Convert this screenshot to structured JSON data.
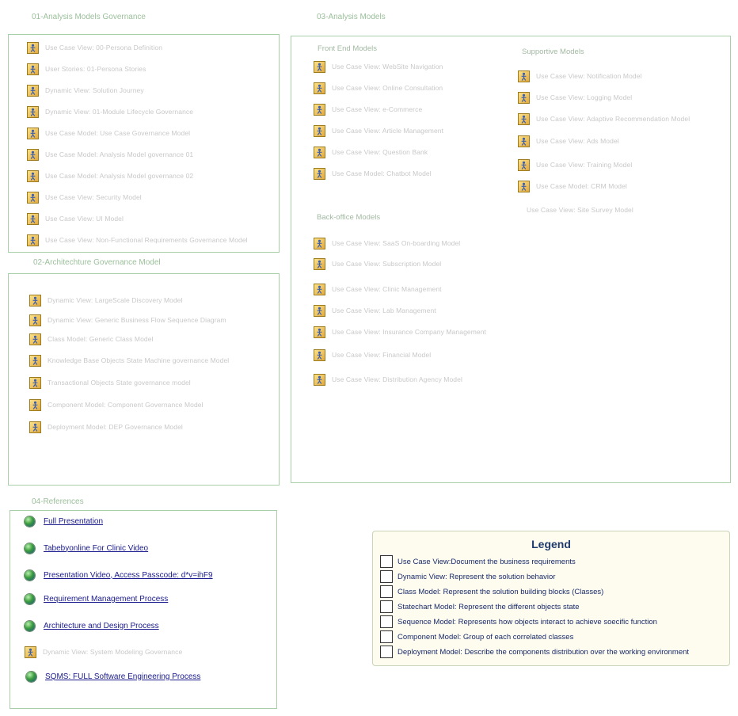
{
  "panels": {
    "governance": {
      "title": "01-Analysis Models Governance",
      "items": [
        "Use Case View: 00-Persona Definition",
        "User Stories: 01-Persona Stories",
        "Dynamic View: Solution Journey",
        "Dynamic View: 01-Module Lifecycle Governance",
        "Use Case Model: Use Case Governance Model",
        "Use Case Model: Analysis Model governance 01",
        "Use Case Model: Analysis Model governance 02",
        "Use Case View: Security Model",
        "Use Case View: UI Model",
        "Use Case View: Non-Functional Requirements Governance Model"
      ]
    },
    "architecture": {
      "title": "02-Architechture Governance Model",
      "items": [
        "Dynamic View: LargeScale Discovery Model",
        "Dynamic View: Generic Business Flow Sequence Diagram",
        "Class Model: Generic Class Model",
        "Knowledge Base Objects State Machine governance Model",
        "Transactional Objects State governance model",
        "Component Model: Component Governance Model",
        "Deployment Model: DEP Governance Model"
      ]
    },
    "analysis": {
      "title": "03-Analysis Models",
      "front_end": {
        "title": "Front End Models",
        "items": [
          "Use Case View: WebSite Navigation",
          "Use Case View: Online Consultation",
          "Use Case View: e-Commerce",
          "Use Case View: Article Management",
          "Use Case View: Question Bank",
          "Use Case Model: Chatbot Model"
        ]
      },
      "supportive": {
        "title": "Supportive Models",
        "items": [
          "Use Case View: Notification Model",
          "Use Case View: Logging Model",
          "Use Case View: Adaptive Recommendation Model",
          "Use Case View: Ads Model",
          "Use Case View: Training Model",
          "Use Case Model: CRM Model"
        ],
        "extra": "Use Case View: Site Survey Model"
      },
      "back_office": {
        "title": "Back-office Models",
        "items": [
          "Use Case View: SaaS On-boarding Model",
          "Use Case View: Subscription Model",
          "Use Case View: Clinic Management",
          "Use Case View: Lab Management",
          "Use Case View: Insurance Company Management",
          "Use Case View: Financial Model",
          "Use Case View: Distribution Agency Model"
        ]
      }
    },
    "references": {
      "title": "04-References",
      "links": [
        "Full Presentation",
        "Tabebyonline For Clinic Video",
        "Presentation Video, Access Passcode: d*v=ihF9",
        "Requirement Management Process",
        "Architecture and Design Process"
      ],
      "diagram_item": "Dynamic View: System Modeling Governance",
      "last_link": "SQMS: FULL Software Engineering Process"
    }
  },
  "legend": {
    "title": "Legend",
    "entries": [
      "Use Case View:Document the business requirements",
      "Dynamic View: Represent the solution behavior",
      "Class Model: Represent the solution building blocks (Classes)",
      "Statechart Model: Represent the different objects state",
      "Sequence Model: Represents how objects interact to achieve soecific function",
      "Component Model: Group of each correlated classes",
      "Deployment Model: Describe the components distribution over the working environment"
    ]
  }
}
